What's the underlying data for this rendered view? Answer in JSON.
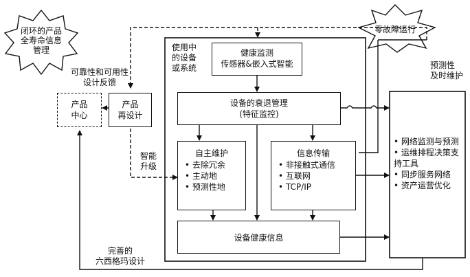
{
  "burst_left": {
    "line1": "闭环的产品",
    "line2": "全寿命信息",
    "line3": "管理"
  },
  "burst_right": {
    "text": "零故障运行"
  },
  "label_feedback": {
    "line1": "可靠性和可用性",
    "line2": "设计反馈"
  },
  "box_product_center": {
    "line1": "产品",
    "line2": "中心"
  },
  "box_redesign": {
    "line1": "产品",
    "line2": "再设计"
  },
  "label_upgrade": {
    "line1": "智能",
    "line2": "升级"
  },
  "label_in_use": {
    "line1": "使用中",
    "line2": "的设备",
    "line3": "或系统"
  },
  "box_health_monitor": {
    "line1": "健康监测",
    "line2": "传感器&嵌入式智能"
  },
  "box_degradation": {
    "line1": "设备的衰退管理",
    "line2": "(特征监控)"
  },
  "box_autonomous": {
    "title": "自主维护",
    "items": [
      "去除冗余",
      "主动地",
      "预测性地"
    ]
  },
  "box_info_transfer": {
    "title": "信息传输",
    "items": [
      "非接触式通信",
      "互联网",
      "TCP/IP"
    ]
  },
  "box_health_info": {
    "text": "设备健康信息"
  },
  "label_predictive": {
    "line1": "预测性",
    "line2": "及时维护"
  },
  "box_right": {
    "items": [
      "网络监测与预测",
      "运维排程决策支持工具",
      "同步服务网络",
      "资产运营优化"
    ]
  },
  "label_six_sigma": {
    "line1": "完善的",
    "line2": "六西格玛设计"
  }
}
